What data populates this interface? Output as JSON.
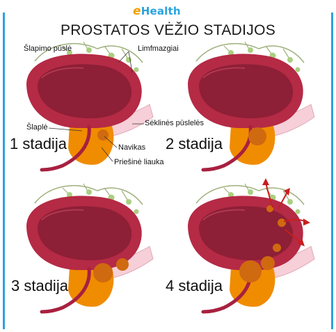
{
  "brand": {
    "prefix": "e",
    "name": "Health"
  },
  "title": "PROSTATOS VĖŽIO STADIJOS",
  "labels": {
    "bladder": "Šlapimo pūslė",
    "lymph": "Limfmazgiai",
    "seminal": "Sėklinės pūslelės",
    "urethra": "Šlaplė",
    "tumor": "Navikas",
    "prostate": "Priešinė liauka"
  },
  "stages": [
    "1 stadija",
    "2 stadija",
    "3 stadija",
    "4 stadija"
  ],
  "colors": {
    "accent": "#2aa3e0",
    "bladder_wall": "#b52a45",
    "bladder_inner": "#8d1f36",
    "prostate": "#f08c00",
    "tumor": "#cf6a10",
    "lymph": "#8fbf6a",
    "arrow": "#c81e1e"
  }
}
